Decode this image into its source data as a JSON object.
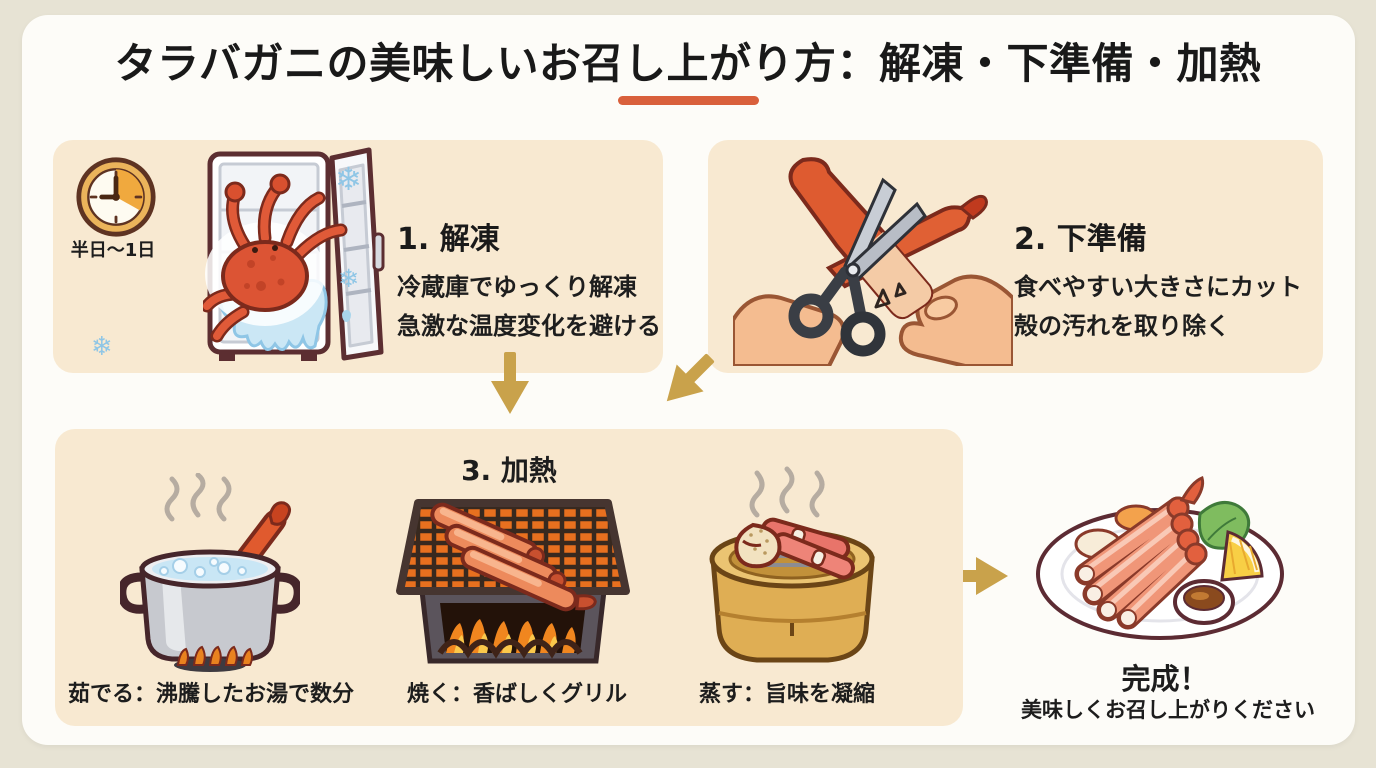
{
  "title": {
    "text": "タラバガニの美味しいお召し上がり方：解凍・下準備・加熱"
  },
  "colors": {
    "frame_bg": "#E7E3D4",
    "panel_bg": "#FDFCF8",
    "card_bg": "#F8E9D1",
    "accent_underline": "#D9603C",
    "arrow_gold": "#C9A24B",
    "text": "#1D1D1D",
    "snowflake_blue": "#8FC6E6",
    "crab_red": "#DC5434"
  },
  "step1": {
    "heading": "1. 解凍",
    "lines": [
      "冷蔵庫でゆっくり解凍",
      "急激な温度変化を避ける"
    ],
    "time_label": "半日〜1日"
  },
  "step2": {
    "heading": "2. 下準備",
    "lines": [
      "食べやすい大きさにカット",
      "殻の汚れを取り除く"
    ]
  },
  "step3": {
    "heading": "3. 加熱",
    "methods": [
      {
        "name": "boil",
        "caption": "茹でる：沸騰したお湯で数分"
      },
      {
        "name": "grill",
        "caption": "焼く：香ばしくグリル"
      },
      {
        "name": "steam",
        "caption": "蒸す：旨味を凝縮"
      }
    ]
  },
  "result": {
    "heading": "完成！",
    "subtitle": "美味しくお召し上がりください"
  },
  "icons": {
    "snowflake_glyph": "❄",
    "clock": "clock-icon",
    "down_arrow": "down-arrow-icon",
    "diagonal_arrow": "diagonal-down-left-arrow-icon",
    "right_arrow": "right-arrow-icon"
  }
}
